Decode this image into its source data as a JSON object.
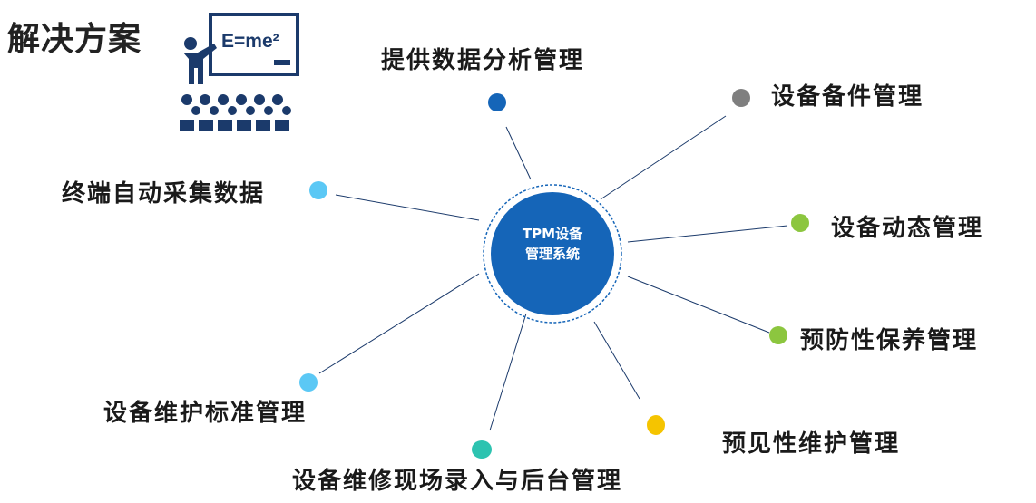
{
  "title": "解决方案",
  "icon": {
    "board_text": "E=me²",
    "name": "teacher-presentation-icon"
  },
  "center": {
    "line1": "TPM设备",
    "line2": "管理系统",
    "color": "#1565b8"
  },
  "branches": [
    {
      "label": "提供数据分析管理",
      "color": "#1565b8"
    },
    {
      "label": "设备备件管理",
      "color": "#7f7f7f"
    },
    {
      "label": "设备动态管理",
      "color": "#8cc63f"
    },
    {
      "label": "预防性保养管理",
      "color": "#8cc63f"
    },
    {
      "label": "预见性维护管理",
      "color": "#f5c400"
    },
    {
      "label": "设备维修现场录入与后台管理",
      "color": "#2dc3b0"
    },
    {
      "label": "设备维护标准管理",
      "color": "#5bc8f5"
    },
    {
      "label": "终端自动采集数据",
      "color": "#5bc8f5"
    }
  ]
}
